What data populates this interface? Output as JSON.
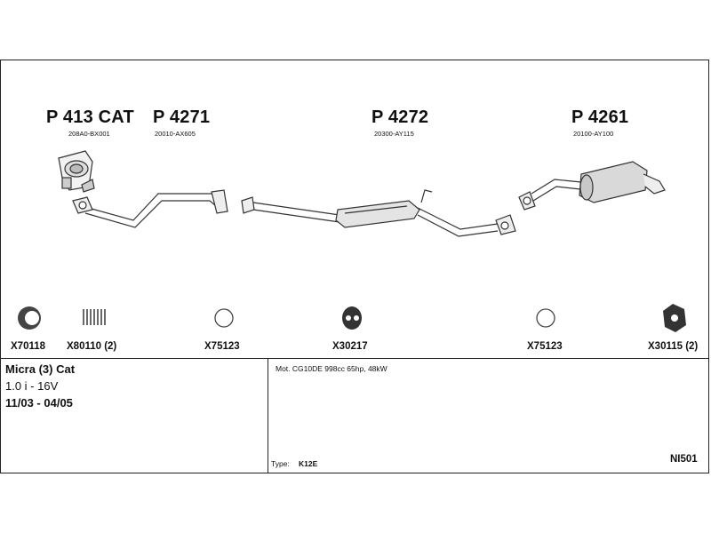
{
  "parts": [
    {
      "number": "P 413 CAT",
      "oem": "208A0-BX001"
    },
    {
      "number": "P 4271",
      "oem": "20010-AX605"
    },
    {
      "number": "P 4272",
      "oem": "20300-AY115"
    },
    {
      "number": "P 4261",
      "oem": "20100-AY100"
    }
  ],
  "accessories": [
    {
      "code": "X70118",
      "icon": "ring-seal-icon"
    },
    {
      "code": "X80110 (2)",
      "icon": "spring-icon"
    },
    {
      "code": "X75123",
      "icon": "o-ring-icon"
    },
    {
      "code": "X30217",
      "icon": "rubber-hanger-icon"
    },
    {
      "code": "X75123",
      "icon": "o-ring-icon"
    },
    {
      "code": "X30115 (2)",
      "icon": "rubber-mount-icon"
    }
  ],
  "vehicle": {
    "model": "Micra (3) Cat",
    "engine": "1.0 i - 16V",
    "period": "11/03 - 04/05"
  },
  "details": {
    "motor": "Mot. CG10DE 998cc 65hp, 48kW",
    "type_label": "Type:",
    "type_value": "K12E",
    "code": "NI501"
  }
}
